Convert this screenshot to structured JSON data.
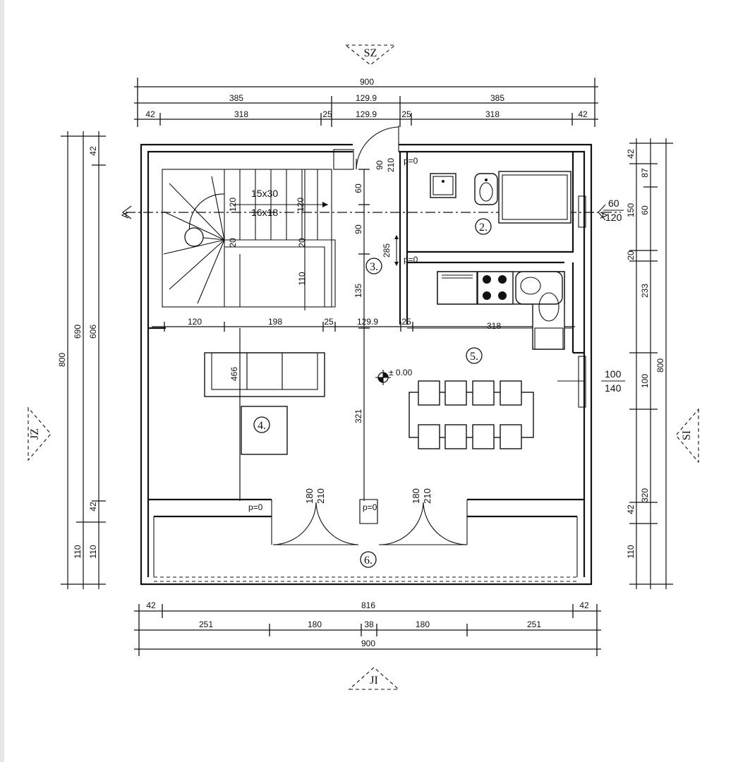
{
  "orientation": {
    "north": "SZ",
    "south": "JI",
    "west": "JZ",
    "east": "SI"
  },
  "top_dims": {
    "row1": [
      "900"
    ],
    "row2": [
      "385",
      "129.9",
      "385"
    ],
    "row3": [
      "42",
      "318",
      "25",
      "129.9",
      "25",
      "318",
      "42"
    ]
  },
  "bottom_dims": {
    "row1": [
      "42",
      "816",
      "42"
    ],
    "row2": [
      "251",
      "180",
      "38",
      "180",
      "251"
    ],
    "row3": [
      "900"
    ]
  },
  "left_dims": {
    "outer": "800",
    "mid": [
      "690",
      "110"
    ],
    "inner": [
      "42",
      "606",
      "42",
      "110"
    ]
  },
  "right_dims": {
    "outer": "800",
    "mid": [
      "42",
      "87",
      "150",
      "20",
      "233",
      "100",
      "320",
      "42",
      "110"
    ],
    "small": [
      "60"
    ]
  },
  "interior_dims": {
    "stair_row": [
      "120",
      "198",
      "25",
      "129.9",
      "25",
      "318"
    ],
    "stair_note_1": "15x30",
    "stair_note_2": "16x18",
    "stair_120a": "120",
    "stair_120b": "120",
    "stair_20a": "20",
    "stair_20b": "20",
    "stair_110": "110",
    "hall_60": "60",
    "hall_90": "90",
    "hall_135": "135",
    "hall_285": "285",
    "door_top_90": "90",
    "door_top_210": "210",
    "living_466": "466",
    "hall_321": "321",
    "door_180a": "180",
    "door_210a": "210",
    "door_180b": "180",
    "door_210b": "210",
    "window_upper_a": "60",
    "window_upper_b": "120",
    "window_lower_a": "100",
    "window_lower_b": "140",
    "level": "± 0.00",
    "p0_a": "p=0",
    "p0_b": "p=0",
    "p0_c": "p=0",
    "p0_d": "p=0"
  },
  "rooms": [
    "2.",
    "3.",
    "4.",
    "5.",
    "6."
  ],
  "section_marks": {
    "left": "A",
    "right": "A"
  }
}
